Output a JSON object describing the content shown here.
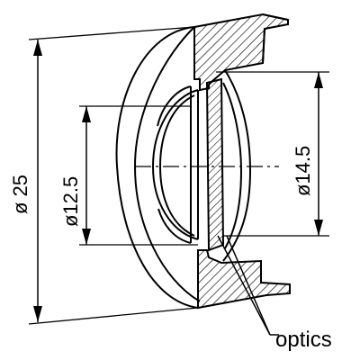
{
  "drawing": {
    "dimensions": {
      "outer_diameter": "ø 25",
      "inner_diameter": "ø12.5",
      "right_diameter": "ø14.5"
    },
    "callout": {
      "label": "optics"
    }
  }
}
